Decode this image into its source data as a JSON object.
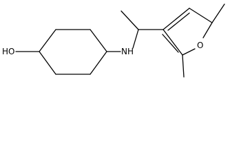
{
  "molecule": {
    "atoms": {
      "hydroxyl": "HO",
      "amine": "NH",
      "furan_oxygen": "O"
    }
  }
}
